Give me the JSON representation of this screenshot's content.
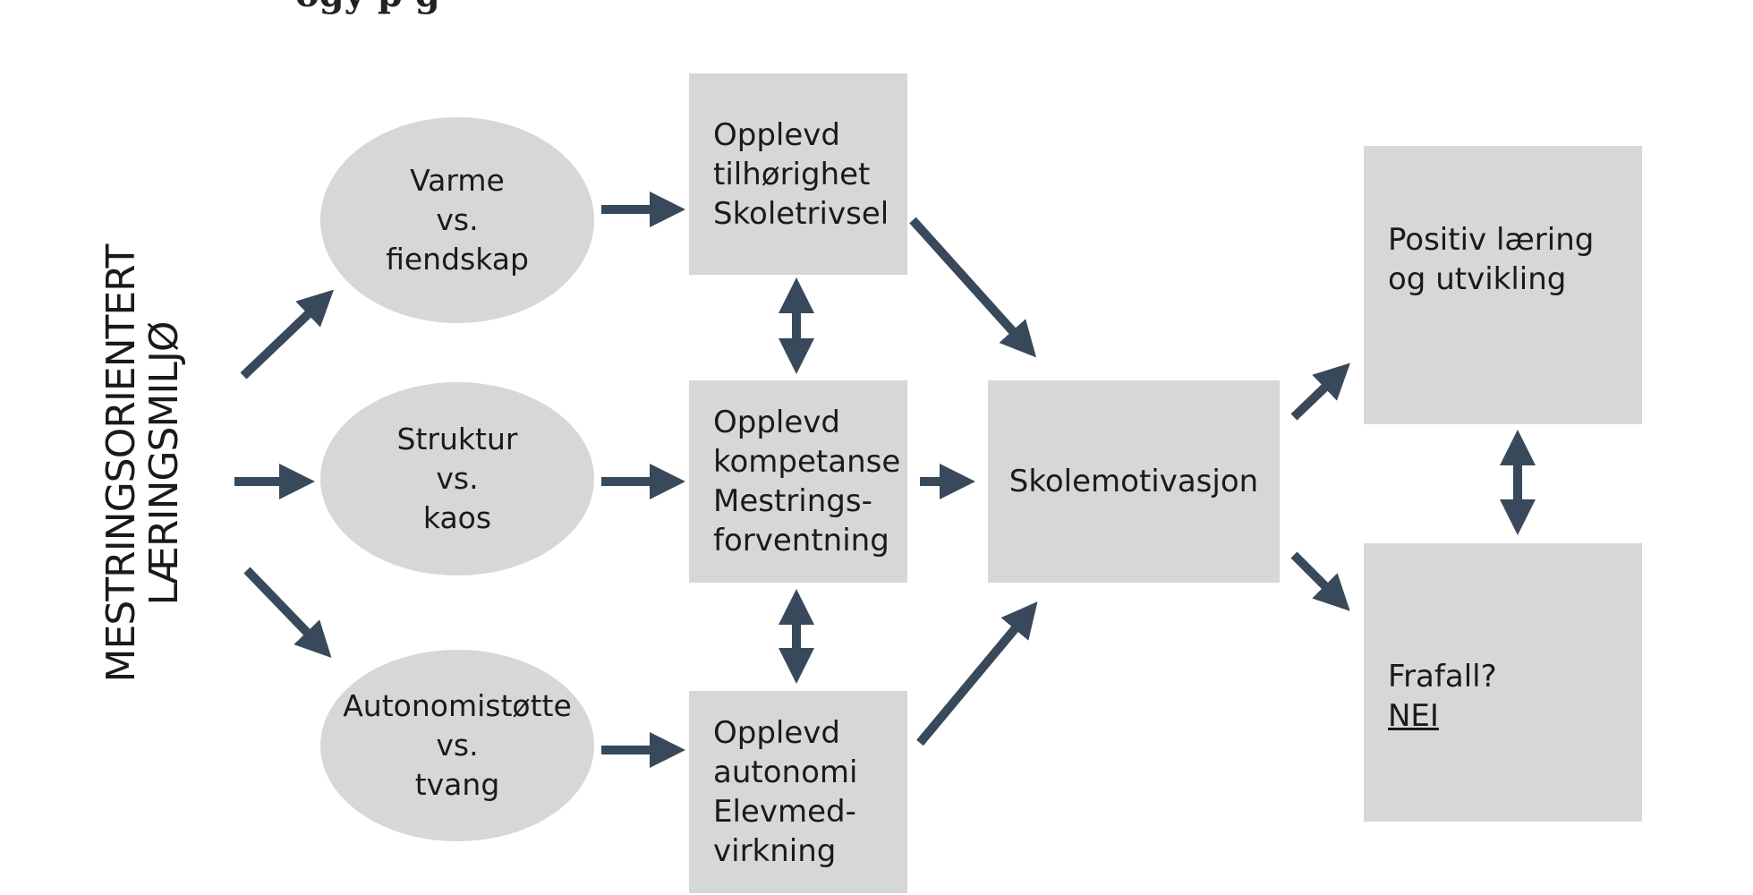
{
  "heading_fragment": "ogy                    p  g",
  "side_label": {
    "line1": "MESTRINGSORIENTERT",
    "line2": "LÆRINGSMILJØ"
  },
  "ellipses": [
    {
      "line1": "Varme",
      "line2": "vs.",
      "line3": "fiendskap"
    },
    {
      "line1": "Struktur",
      "line2": "vs.",
      "line3": "kaos"
    },
    {
      "line1": "Autonomistøtte",
      "line2": "vs.",
      "line3": "tvang"
    }
  ],
  "boxes": {
    "tilhorighet": {
      "line1": "Opplevd",
      "line2": "tilhørighet",
      "line3": "Skoletrivsel"
    },
    "kompetanse": {
      "line1": "Opplevd",
      "line2": "kompetanse",
      "line3": "Mestrings-",
      "line4": "forventning"
    },
    "autonomi": {
      "line1": "Opplevd",
      "line2": "autonomi",
      "line3": "Elevmed-",
      "line4": "virkning"
    },
    "skolemotivasjon": {
      "line1": "Skolemotivasjon"
    },
    "positiv": {
      "line1": "Positiv læring",
      "line2": "og utvikling"
    },
    "frafall": {
      "line1": "Frafall?",
      "line2": "NEI"
    }
  },
  "colors": {
    "arrow": "#37495a",
    "shape_fill": "#d6d7d8",
    "text": "#1a1a1a"
  }
}
